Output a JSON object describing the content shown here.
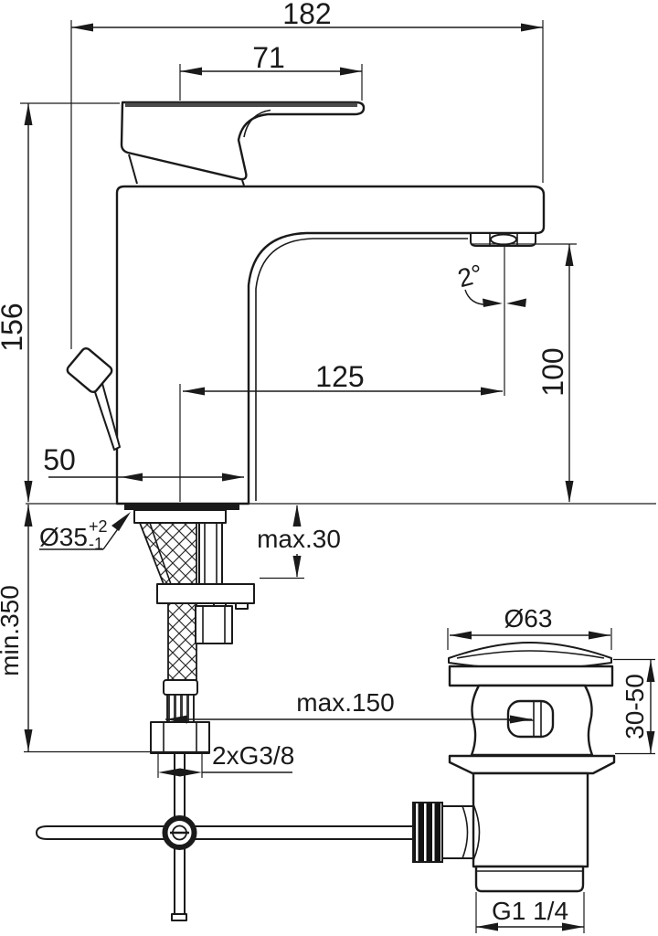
{
  "meta": {
    "type": "technical-dimension-drawing",
    "subject": "single-lever basin mixer with pop-up waste",
    "background_color": "#ffffff",
    "line_color": "#1a1a1a"
  },
  "dimensions": {
    "overall_width": "182",
    "handle_length": "71",
    "overall_height": "156",
    "spout_angle": "2°",
    "spout_reach": "125",
    "spout_height": "100",
    "body_depth": "50",
    "mounting_hole": {
      "value": "Ø35",
      "tol_upper": "+2",
      "tol_lower": "-1"
    },
    "deck_thickness_max": "max.30",
    "hose_length_min": "min.350",
    "rod_reach_max": "max.150",
    "supply_connection": "2xG3/8",
    "waste_flange_diameter": "Ø63",
    "waste_height_range": "30-50",
    "waste_outlet_thread": "G1 1/4"
  }
}
